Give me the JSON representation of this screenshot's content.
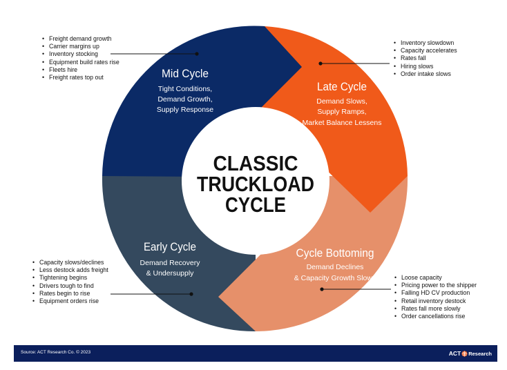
{
  "center_title": [
    "CLASSIC",
    "TRUCKLOAD",
    "CYCLE"
  ],
  "phases": [
    {
      "id": "mid",
      "title": "Mid Cycle",
      "subtitle": [
        "Tight Conditions,",
        "Demand Growth,",
        "Supply Response"
      ],
      "color": "#0b2a66",
      "bullets": [
        "Freight demand growth",
        "Carrier margins up",
        "Inventory stocking",
        "Equipment build rates rise",
        "Fleets hire",
        "Freight rates top out"
      ]
    },
    {
      "id": "late",
      "title": "Late Cycle",
      "subtitle": [
        "Demand Slows,",
        "Supply Ramps,",
        "Market Balance Lessens"
      ],
      "color": "#f05a1a",
      "bullets": [
        "Inventory slowdown",
        "Capacity accelerates",
        "Rates fall",
        "Hiring slows",
        "Order intake slows"
      ]
    },
    {
      "id": "bottoming",
      "title": "Cycle Bottoming",
      "subtitle": [
        "Demand Declines",
        "& Capacity Growth Slows"
      ],
      "color": "#e6906a",
      "bullets": [
        "Loose capacity",
        "Pricing power to the shipper",
        "Falling HD CV production",
        "Retail inventory destock",
        "Rates fall more slowly",
        "Order cancellations rise"
      ]
    },
    {
      "id": "early",
      "title": "Early Cycle",
      "subtitle": [
        "Demand Recovery",
        "& Undersupply"
      ],
      "color": "#34495e",
      "bullets": [
        "Capacity slows/declines",
        "Less destock adds freight",
        "Tightening begins",
        "Drivers tough to find",
        "Rates begin to rise",
        "Equipment orders rise"
      ]
    }
  ],
  "footer": {
    "source": "Source: ACT Research Co. © 2023",
    "logo_act": "ACT",
    "logo_research": "Research",
    "color": "#0b1f5c"
  }
}
